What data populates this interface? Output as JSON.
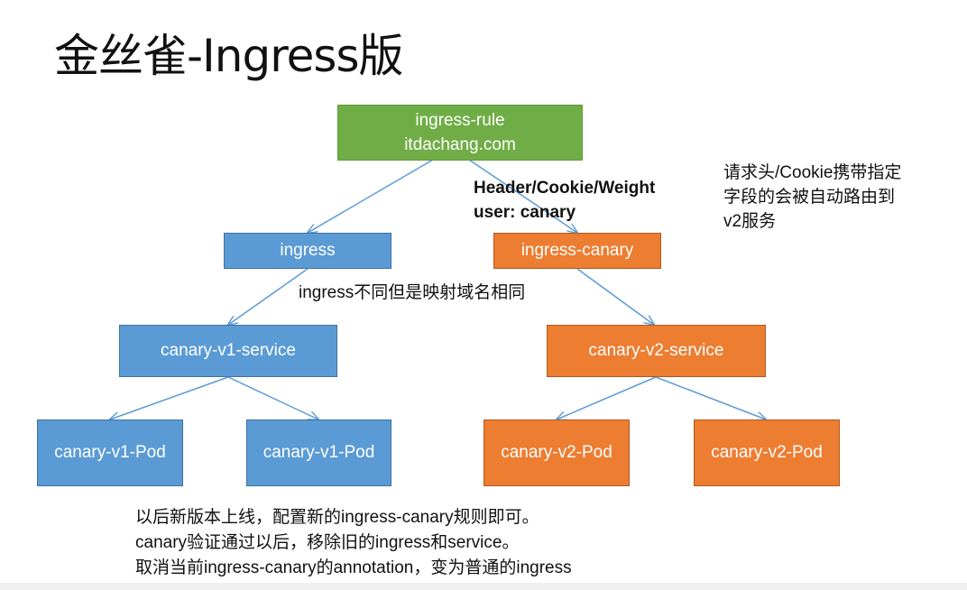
{
  "title": "金丝雀-Ingress版",
  "nodes": {
    "rule_line1": "ingress-rule",
    "rule_line2": "itdachang.com",
    "ingress": "ingress",
    "ingress_canary": "ingress-canary",
    "v1_service": "canary-v1-service",
    "v2_service": "canary-v2-service",
    "v1_pod_a": "canary-v1-Pod",
    "v1_pod_b": "canary-v1-Pod",
    "v2_pod_a": "canary-v2-Pod",
    "v2_pod_b": "canary-v2-Pod"
  },
  "labels": {
    "header_line1": "Header/Cookie/Weight",
    "header_line2": "user: canary",
    "note_line1": "请求头/Cookie携带指定",
    "note_line2": "字段的会被自动路由到",
    "note_line3": "v2服务",
    "mapping": "ingress不同但是映射域名相同"
  },
  "footer": [
    "以后新版本上线，配置新的ingress-canary规则即可。",
    "canary验证通过以后，移除旧的ingress和service。",
    "取消当前ingress-canary的annotation，变为普通的ingress"
  ],
  "colors": {
    "green": "#70ad47",
    "blue": "#5b9bd5",
    "orange": "#ed7d31",
    "arrow": "#5b9bd5"
  }
}
